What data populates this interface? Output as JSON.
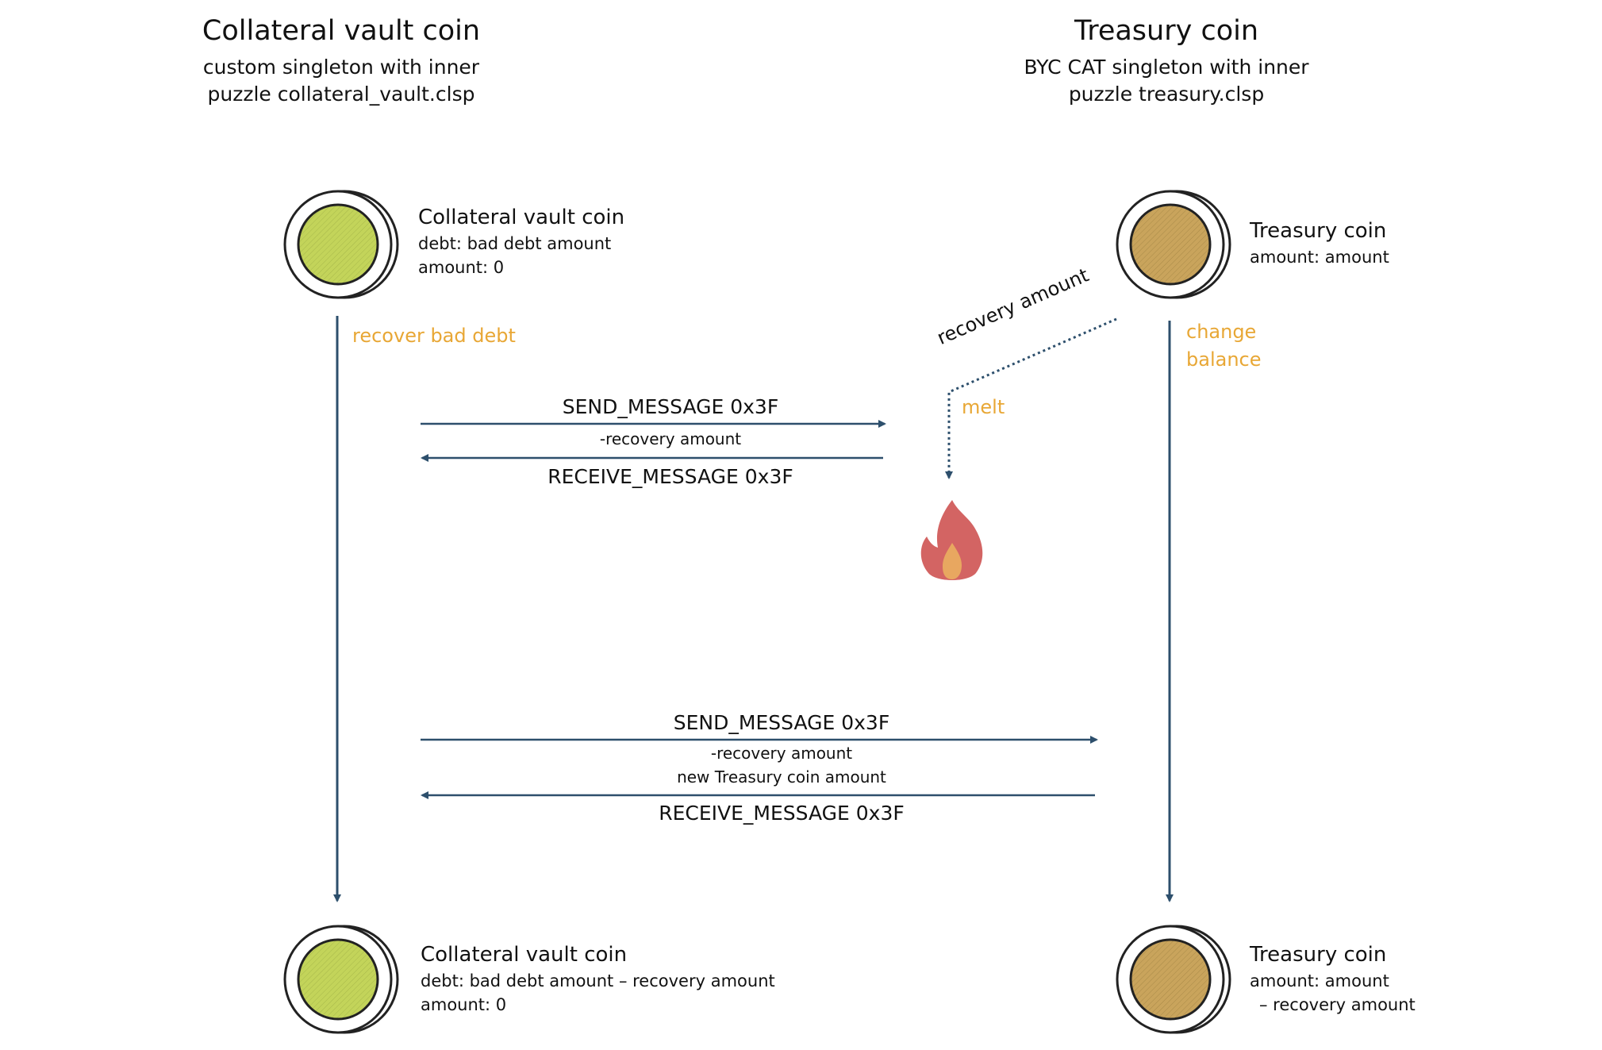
{
  "columns": {
    "left": {
      "title": "Collateral vault coin",
      "subtitle_line1": "custom singleton with inner",
      "subtitle_line2": "puzzle collateral_vault.clsp"
    },
    "right": {
      "title": "Treasury coin",
      "subtitle_line1": "BYC CAT singleton with inner",
      "subtitle_line2": "puzzle treasury.clsp"
    }
  },
  "coins": {
    "vault_top": {
      "label": "Collateral vault coin",
      "line1": "debt: bad debt amount",
      "line2": "amount: 0",
      "color": "#c3d45a"
    },
    "treasury_top": {
      "label": "Treasury coin",
      "line1": "amount: amount",
      "color": "#c9a45c"
    },
    "vault_bottom": {
      "label": "Collateral vault coin",
      "line1": "debt: bad debt amount – recovery amount",
      "line2": "amount: 0",
      "color": "#c3d45a"
    },
    "treasury_bottom": {
      "label": "Treasury coin",
      "line1": "amount: amount",
      "line2": "– recovery amount",
      "color": "#c9a45c"
    }
  },
  "actions": {
    "vault": "recover bad debt",
    "treasury_line1": "change",
    "treasury_line2": "balance",
    "melt": "melt",
    "recovery_amount": "recovery amount"
  },
  "messages": {
    "first": {
      "send": "SEND_MESSAGE 0x3F",
      "payload": "-recovery amount",
      "receive": "RECEIVE_MESSAGE 0x3F"
    },
    "second": {
      "send": "SEND_MESSAGE 0x3F",
      "payload_line1": "-recovery amount",
      "payload_line2": "new Treasury coin amount",
      "receive": "RECEIVE_MESSAGE 0x3F"
    }
  },
  "colors": {
    "arrow": "#2d4f6c",
    "accent": "#e8a735",
    "flame_outer": "#d36463",
    "flame_inner": "#e8a760"
  },
  "icons": [
    "coin-icon",
    "flame-icon"
  ]
}
